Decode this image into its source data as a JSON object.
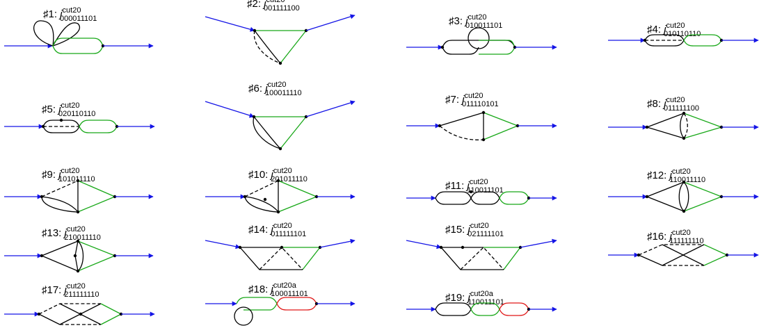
{
  "colors": {
    "external": "#1414e6",
    "black": "#000000",
    "green": "#18a818",
    "red": "#e01818"
  },
  "panels": [
    {
      "prefix": "♯1: ",
      "sym": "j",
      "sup": "cut20",
      "sub": "000011101"
    },
    {
      "prefix": "♯2: ",
      "sym": "j",
      "sup": "cut20",
      "sub": "001111100"
    },
    {
      "prefix": "♯3: ",
      "sym": "j",
      "sup": "cut20",
      "sub": "010011101"
    },
    {
      "prefix": "♯4: ",
      "sym": "j",
      "sup": "cut20",
      "sub": "010110110"
    },
    {
      "prefix": "♯5: ",
      "sym": "j",
      "sup": "cut20",
      "sub": "020110110"
    },
    {
      "prefix": "♯6: ",
      "sym": "j",
      "sup": "cut20",
      "sub": "100011110"
    },
    {
      "prefix": "♯7: ",
      "sym": "j",
      "sup": "cut20",
      "sub": "011110101"
    },
    {
      "prefix": "♯8: ",
      "sym": "j",
      "sup": "cut20",
      "sub": "011111100"
    },
    {
      "prefix": "♯9: ",
      "sym": "j",
      "sup": "cut20",
      "sub": "101011110"
    },
    {
      "prefix": "♯10: ",
      "sym": "j",
      "sup": "cut20",
      "sub": "201011110"
    },
    {
      "prefix": "♯11: ",
      "sym": "j",
      "sup": "cut20",
      "sub": "110011101"
    },
    {
      "prefix": "♯12: ",
      "sym": "j",
      "sup": "cut20",
      "sub": "110011110"
    },
    {
      "prefix": "♯13: ",
      "sym": "j",
      "sup": "cut20",
      "sub": "210011110"
    },
    {
      "prefix": "♯14: ",
      "sym": "j",
      "sup": "cut20",
      "sub": "011111101"
    },
    {
      "prefix": "♯15: ",
      "sym": "j",
      "sup": "cut20",
      "sub": "021111101"
    },
    {
      "prefix": "♯16: ",
      "sym": "j",
      "sup": "cut20",
      "sub": "111111110"
    },
    {
      "prefix": "♯17: ",
      "sym": "j",
      "sup": "cut20",
      "sub": "211111110"
    },
    {
      "prefix": "♯18: ",
      "sym": "j",
      "sup": "cut20a",
      "sub": "100011101"
    },
    {
      "prefix": "♯19: ",
      "sym": "j",
      "sup": "cut20a",
      "sub": "110011101"
    }
  ]
}
